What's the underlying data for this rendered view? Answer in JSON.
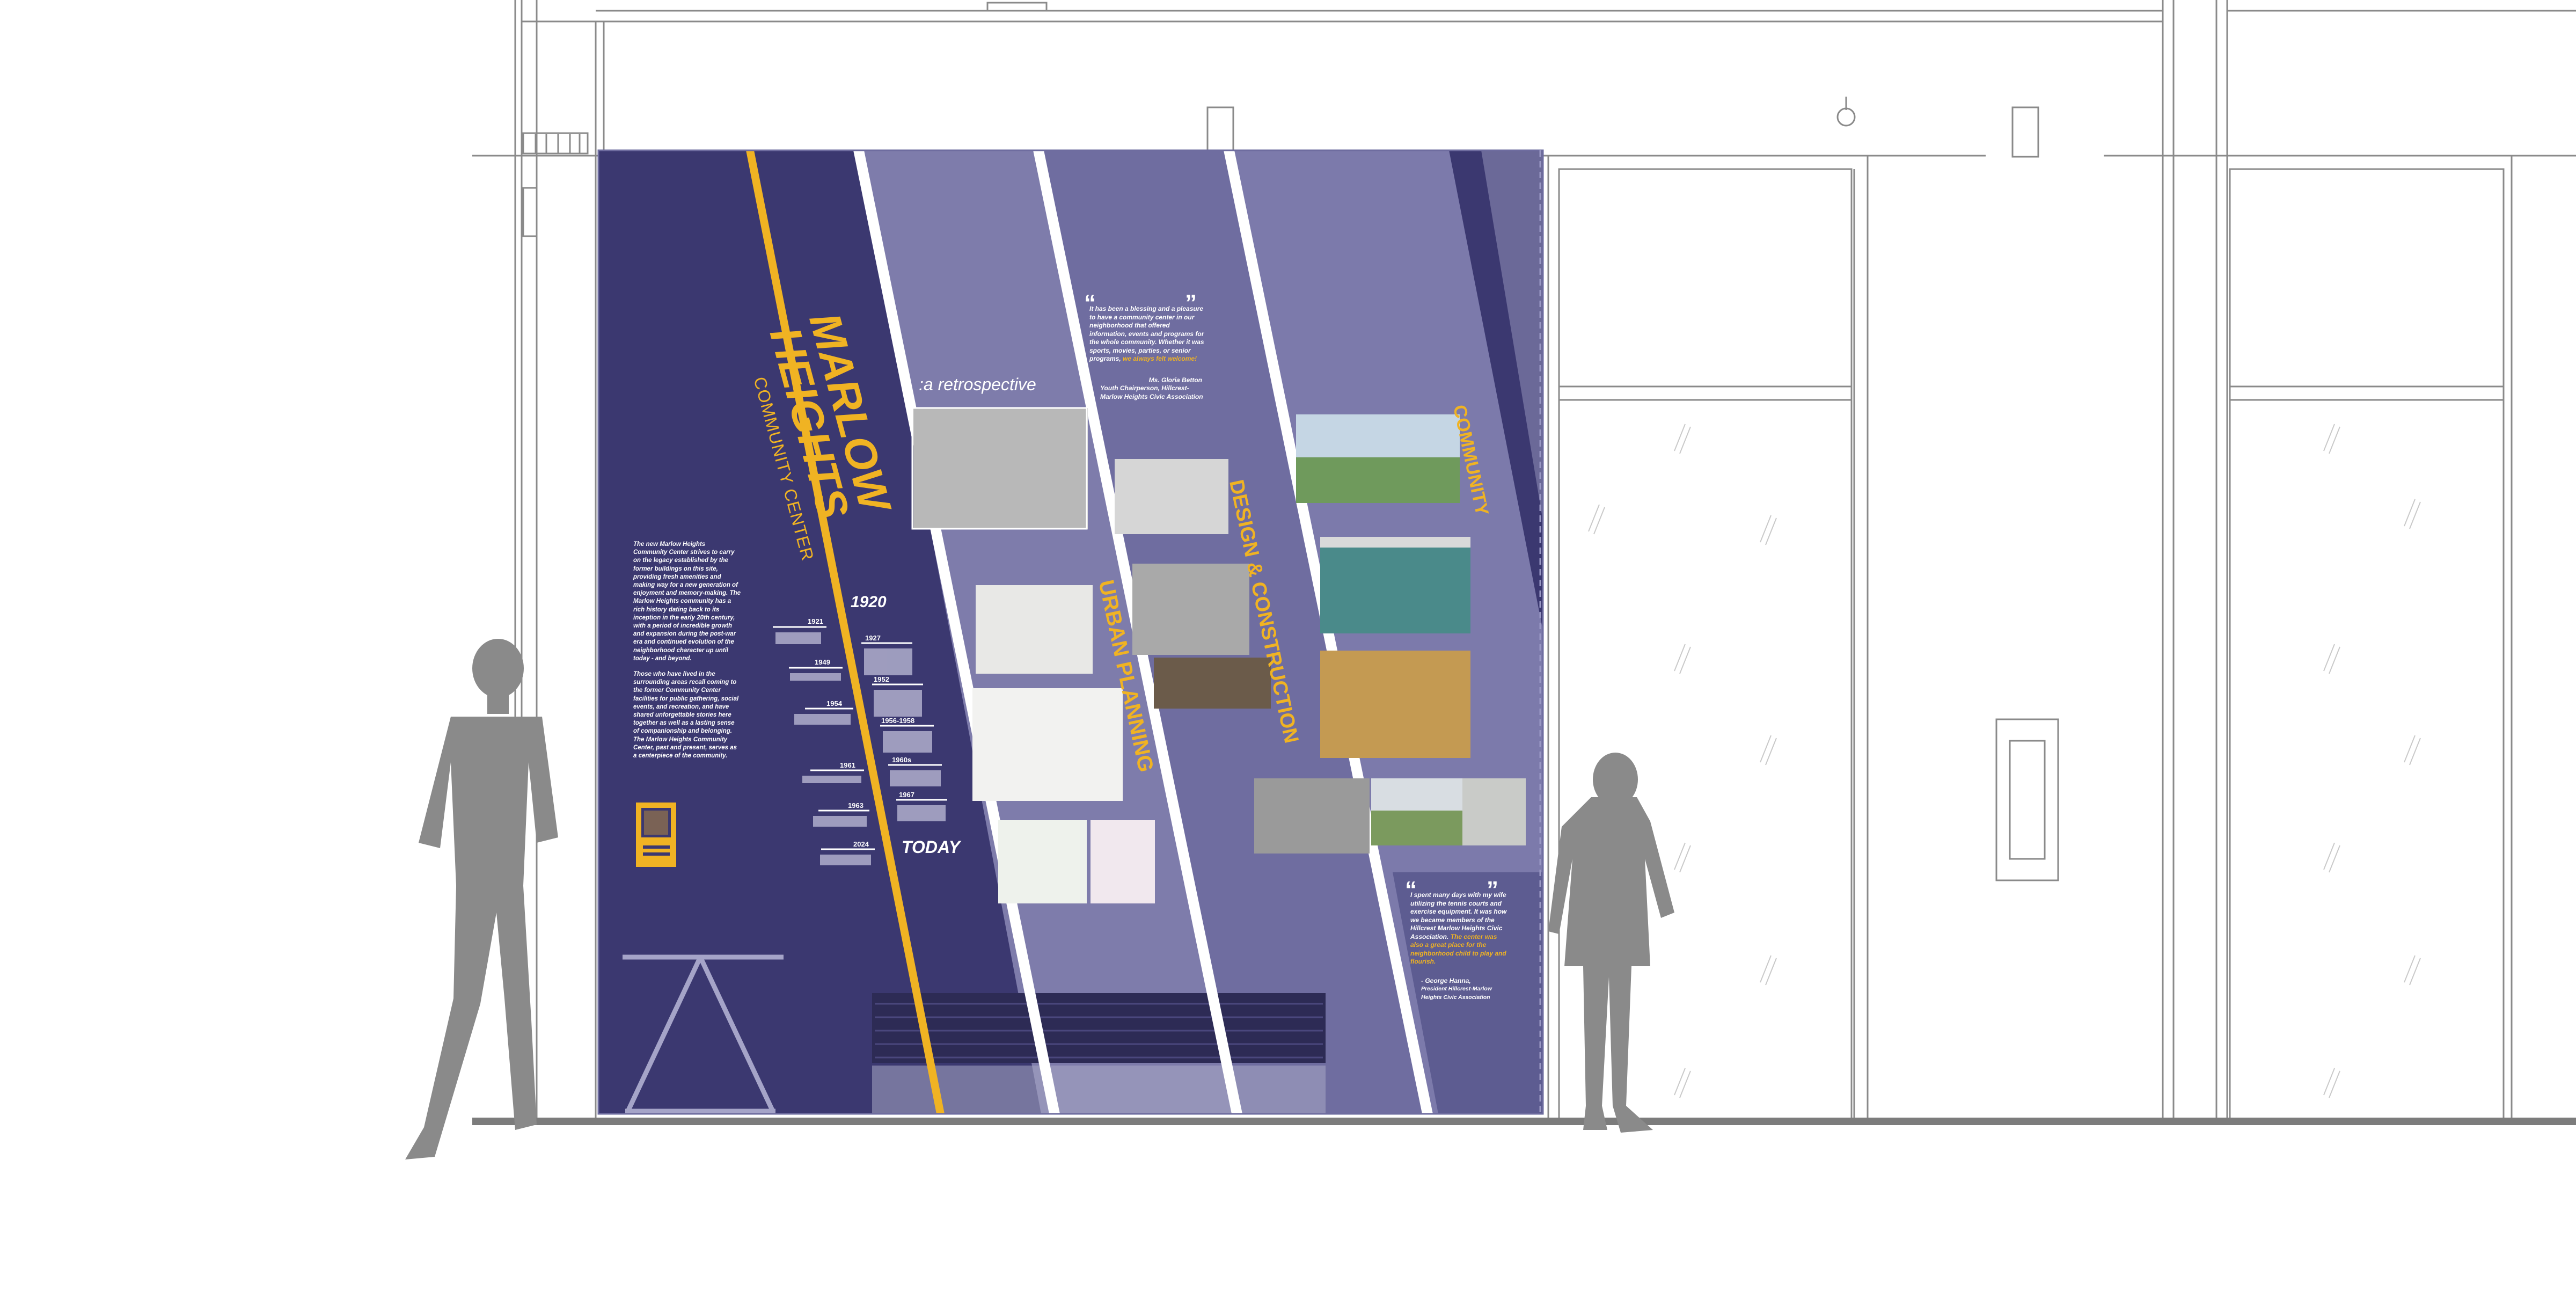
{
  "colors": {
    "navy": "#3b3870",
    "purple_light": "#8684b0",
    "purple_mid": "#6e6c9f",
    "gold": "#f0b323",
    "white": "#ffffff",
    "silhouette": "#8a8a8a",
    "line": "#7a7a7a"
  },
  "mural": {
    "title_line1": "MARLOW",
    "title_line2": "HEIGHTS",
    "subtitle": "COMMUNITY CENTER",
    "tagline": ":a retrospective",
    "intro_p1": "The new Marlow Heights Community Center strives to carry on the legacy established by the former buildings on this site, providing fresh amenities and making way for a new generation of enjoyment and memory-making. The Marlow Heights community has a rich history dating back to its inception in the early 20th century, with a period of incredible growth and expansion during the post-war era and continued evolution of the neighborhood character up until today - and beyond.",
    "intro_p2": "Those who have lived in the surrounding areas recall coming to the former Community Center facilities for public gathering, social events, and recreation, and have shared unforgettable stories here together as well as a lasting sense of companionship and belonging. The Marlow Heights Community Center, past and present, serves as a centerpiece of the community.",
    "year_start": "1920",
    "year_end": "TODAY",
    "timeline_years": [
      "1921",
      "1927",
      "1949",
      "1952",
      "1954",
      "1956-1958",
      "1961",
      "1960s",
      "1963",
      "1967",
      "2024"
    ],
    "section_urban": "URBAN PLANNING",
    "section_design": "DESIGN & CONSTRUCTION",
    "section_community": "COMMUNITY",
    "quote1": {
      "text": "It has been a blessing and a pleasure to have a community center in our neighborhood that offered information, events and programs for the whole community. Whether it was sports, movies, parties, or senior programs,",
      "highlight": "we always felt welcome!",
      "author": "Ms. Gloria Betton",
      "author_title": "Youth Chairperson, Hillcrest-Marlow Heights Civic Association"
    },
    "quote2": {
      "text": "I spent many days with my wife utilizing the tennis courts and exercise equipment. It was how we became members of the Hillcrest Marlow Heights Civic Association.",
      "highlight": "The center was also a great place for the neighborhood child to play and flourish.",
      "author": "- George Hanna,",
      "author_title": "President Hillcrest-Marlow Heights Civic Association"
    },
    "quote_open": "“",
    "quote_close": "”"
  }
}
